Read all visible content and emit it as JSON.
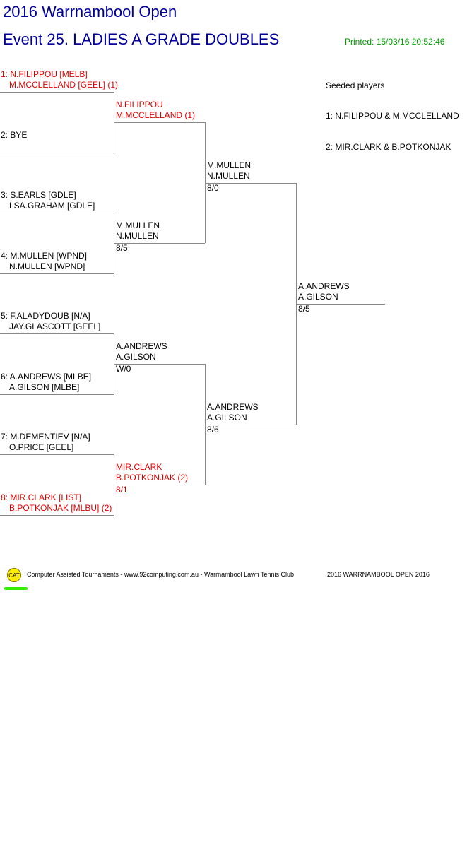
{
  "header": {
    "title": "2016 Warrnambool Open",
    "event": "Event 25. LADIES A GRADE DOUBLES",
    "printed": "Printed: 15/03/16 20:52:46"
  },
  "draw": {
    "round1": [
      {
        "line1": "1: N.FILIPPOU [MELB]",
        "line2": "M.MCCLELLAND [GEEL] (1)",
        "seeded": true
      },
      {
        "line1": "2: BYE",
        "line2": "",
        "seeded": false
      },
      {
        "line1": "3: S.EARLS [GDLE]",
        "line2": "LSA.GRAHAM [GDLE]",
        "seeded": false
      },
      {
        "line1": "4: M.MULLEN [WPND]",
        "line2": "N.MULLEN [WPND]",
        "seeded": false
      },
      {
        "line1": "5: F.ALADYDOUB [N/A]",
        "line2": "JAY.GLASCOTT [GEEL]",
        "seeded": false
      },
      {
        "line1": "6: A.ANDREWS [MLBE]",
        "line2": "A.GILSON [MLBE]",
        "seeded": false
      },
      {
        "line1": "7: M.DEMENTIEV [N/A]",
        "line2": "O.PRICE [GEEL]",
        "seeded": false
      },
      {
        "line1": "8: MIR.CLARK [LIST]",
        "line2": "B.POTKONJAK [MLBU] (2)",
        "seeded": true
      }
    ],
    "round2": [
      {
        "line1": "N.FILIPPOU",
        "line2": "M.MCCLELLAND (1)",
        "score": "",
        "seeded": true
      },
      {
        "line1": "M.MULLEN",
        "line2": "N.MULLEN",
        "score": "8/5",
        "seeded": false
      },
      {
        "line1": "A.ANDREWS",
        "line2": "A.GILSON",
        "score": "W/0",
        "seeded": false
      },
      {
        "line1": "MIR.CLARK",
        "line2": "B.POTKONJAK (2)",
        "score": "8/1",
        "seeded": true
      }
    ],
    "round3": [
      {
        "line1": "M.MULLEN",
        "line2": "N.MULLEN",
        "score": "8/0"
      },
      {
        "line1": "A.ANDREWS",
        "line2": "A.GILSON",
        "score": "8/6"
      }
    ],
    "final": {
      "line1": "A.ANDREWS",
      "line2": "A.GILSON",
      "score": "8/5"
    }
  },
  "seeded": {
    "title": "Seeded players",
    "entries": [
      "1: N.FILIPPOU & M.MCCLELLAND",
      "2: MIR.CLARK & B.POTKONJAK"
    ]
  },
  "footer": {
    "logo_text": "CAT",
    "credits": "Computer Assisted Tournaments - www.92computing.com.au -  Warrnambool Lawn Tennis Club",
    "event_name": "2016 WARRNAMBOOL OPEN 2016"
  },
  "colors": {
    "title": "#000099",
    "printed": "#009900",
    "seeded_text": "#dd0000",
    "lines": "#888888",
    "logo": "#ffee00",
    "logo_underline": "#33ee00"
  }
}
